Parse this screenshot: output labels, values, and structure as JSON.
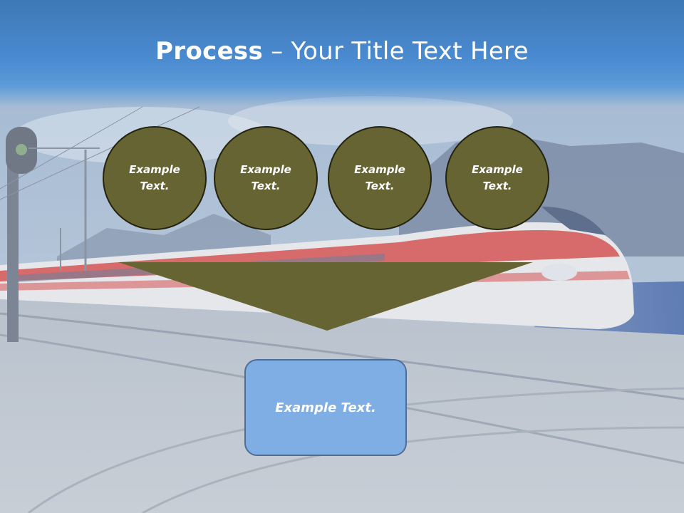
{
  "title": {
    "bold": "Process",
    "separator": " – ",
    "rest": "Your Title Text Here"
  },
  "steps": [
    {
      "label": "Example Text."
    },
    {
      "label": "Example Text."
    },
    {
      "label": "Example Text."
    },
    {
      "label": "Example Text."
    }
  ],
  "result": {
    "label": "Example Text."
  },
  "colors": {
    "title_band": "#4a8ad0",
    "circle_fill": "#676434",
    "funnel_fill": "#676434",
    "result_fill": "#7eaee3"
  },
  "background_icon": "train-photo"
}
